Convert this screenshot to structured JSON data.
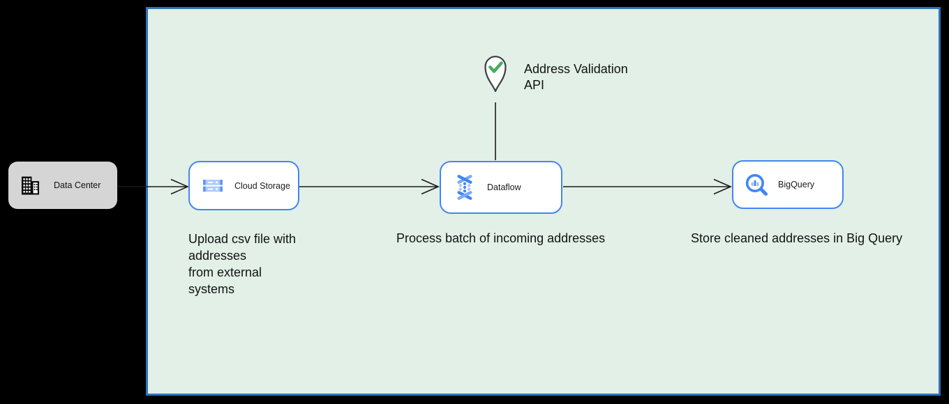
{
  "canvas": {
    "background": "#000000"
  },
  "container": {
    "background": "#e2f0e7",
    "border_color": "#2e74ba"
  },
  "external_node": {
    "label": "Data Center",
    "background": "#d5d5d5",
    "icon": "building-icon"
  },
  "api_marker": {
    "label": "Address Validation\nAPI",
    "icon": "location-pin-check-icon",
    "pin_outline_color": "#3c4043",
    "check_color": "#47ae5e"
  },
  "nodes": [
    {
      "id": "cloud-storage",
      "label": "Cloud Storage",
      "icon": "cloud-storage-icon",
      "caption": "Upload csv file with\naddresses\nfrom external\nsystems"
    },
    {
      "id": "dataflow",
      "label": "Dataflow",
      "icon": "dataflow-icon",
      "caption": "Process batch of incoming addresses"
    },
    {
      "id": "bigquery",
      "label": "BigQuery",
      "icon": "bigquery-icon",
      "caption": "Store cleaned addresses in Big Query"
    }
  ],
  "connectors": [
    {
      "from": "data-center",
      "to": "cloud-storage"
    },
    {
      "from": "cloud-storage",
      "to": "dataflow"
    },
    {
      "from": "dataflow",
      "to": "bigquery"
    },
    {
      "from": "address-validation-api",
      "to": "dataflow"
    }
  ],
  "colors": {
    "node_border": "#4285f4",
    "icon_blue": "#4285f4",
    "icon_light_blue": "#a8c7fa",
    "arrow": "#1a1a1a"
  }
}
